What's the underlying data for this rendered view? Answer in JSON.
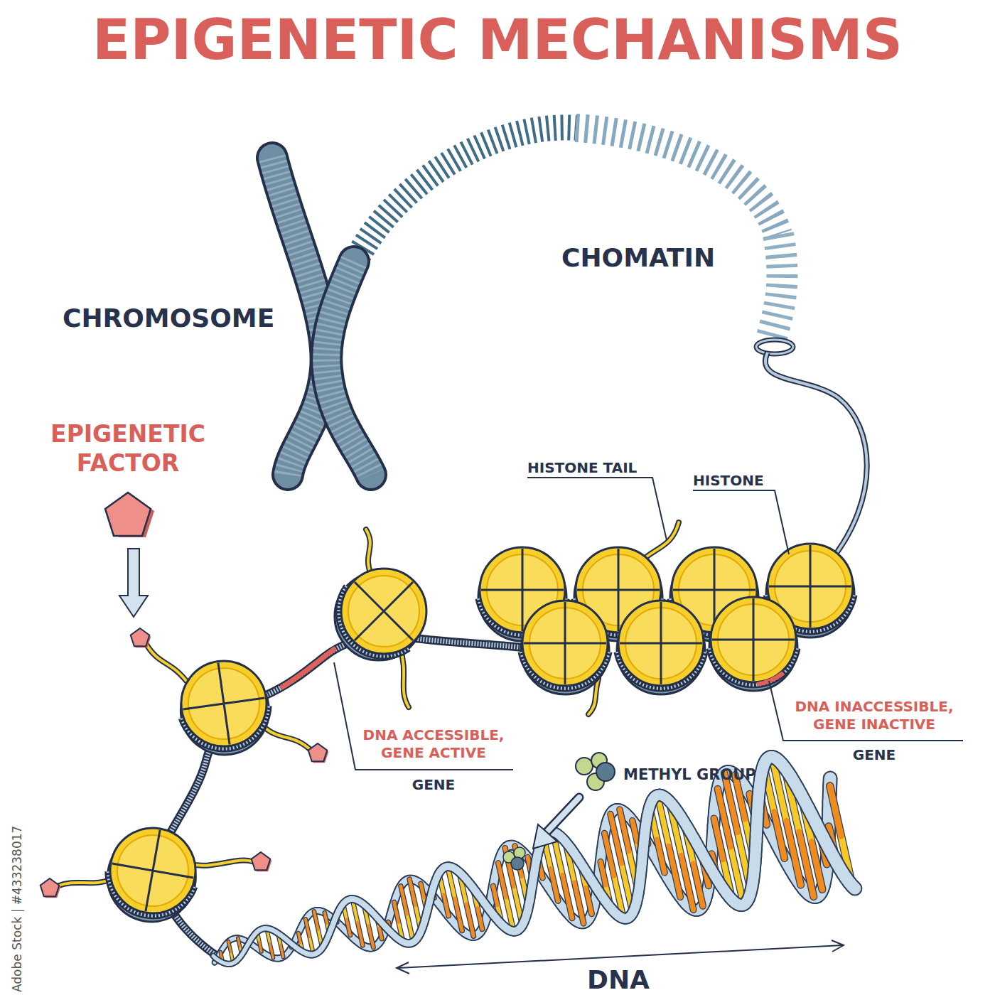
{
  "diagram": {
    "title": "EPIGENETIC MECHANISMS",
    "labels": [
      "CHOMATIN",
      "CHROMOSOME",
      "EPIGENETIC FACTOR",
      "HISTONE TAIL",
      "HISTONE",
      "DNA INACCESSIBLE, GENE INACTIVE",
      "DNA ACCESSIBLE, GENE ACTIVE",
      "GENE",
      "METHYL GROUP",
      "GENE",
      "DNA",
      "Adobe Stock | #433238017"
    ]
  }
}
